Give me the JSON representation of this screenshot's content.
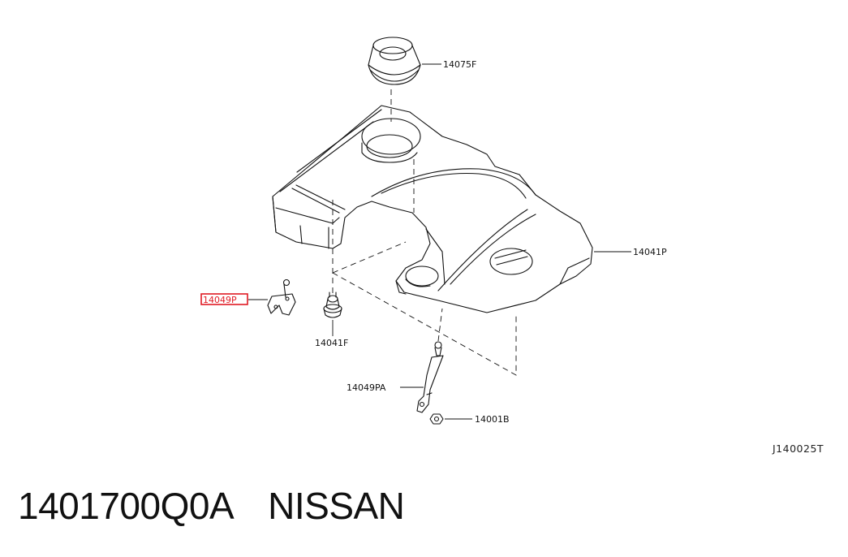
{
  "callouts": {
    "seal": "14075F",
    "cover": "14041P",
    "bracket": "14049P",
    "grommet": "14041F",
    "stay": "14049PA",
    "nut": "14001B"
  },
  "highlight_color": "#e01b24",
  "diagram_ref": "J140025T",
  "footer": {
    "part_number": "1401700Q0A",
    "brand": "NISSAN"
  }
}
